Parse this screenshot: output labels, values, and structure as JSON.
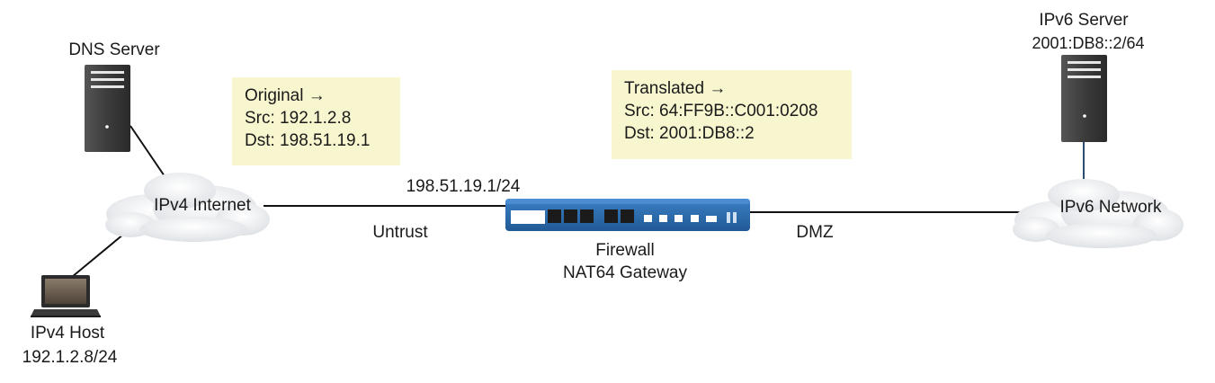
{
  "nodes": {
    "dns_server": {
      "label": "DNS Server"
    },
    "ipv4_internet": {
      "label": "IPv4 Internet"
    },
    "ipv4_host": {
      "label": "IPv4 Host",
      "address": "192.1.2.8/24"
    },
    "firewall": {
      "label_line1": "Firewall",
      "label_line2": "NAT64 Gateway",
      "interface_address": "198.51.19.1/24"
    },
    "ipv6_network": {
      "label": "IPv6 Network"
    },
    "ipv6_server": {
      "label": "IPv6 Server",
      "address": "2001:DB8::2/64"
    }
  },
  "zones": {
    "untrust": "Untrust",
    "dmz": "DMZ"
  },
  "packets": {
    "original": {
      "title": "Original →",
      "src": "Src: 192.1.2.8",
      "dst": "Dst: 198.51.19.1"
    },
    "translated": {
      "title": "Translated →",
      "src": "Src: 64:FF9B::C001:0208",
      "dst": "Dst: 2001:DB8::2"
    }
  },
  "colors": {
    "note_background": "#f7f6cf",
    "server_body": "#3f3f3f",
    "firewall_body": "#2f6eb0",
    "cloud": "#eef0f3"
  }
}
